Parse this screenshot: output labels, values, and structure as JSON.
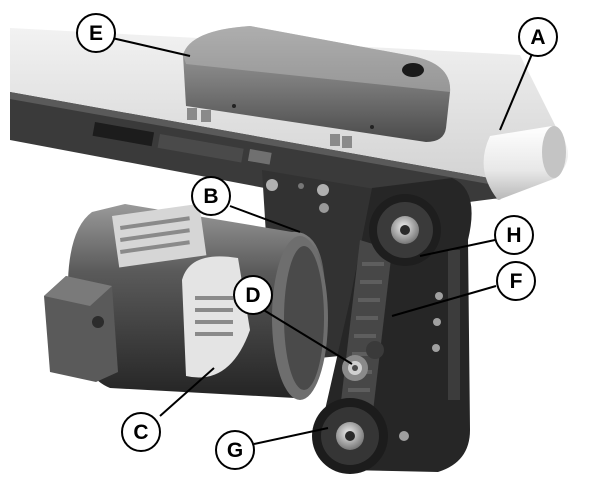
{
  "callouts": {
    "a": "A",
    "b": "B",
    "c": "C",
    "d": "D",
    "e": "E",
    "f": "F",
    "g": "G",
    "h": "H"
  },
  "colors": {
    "background": "#ffffff",
    "label_fill": "#ffffff",
    "label_outline": "#000000",
    "leader_line": "#000000"
  }
}
